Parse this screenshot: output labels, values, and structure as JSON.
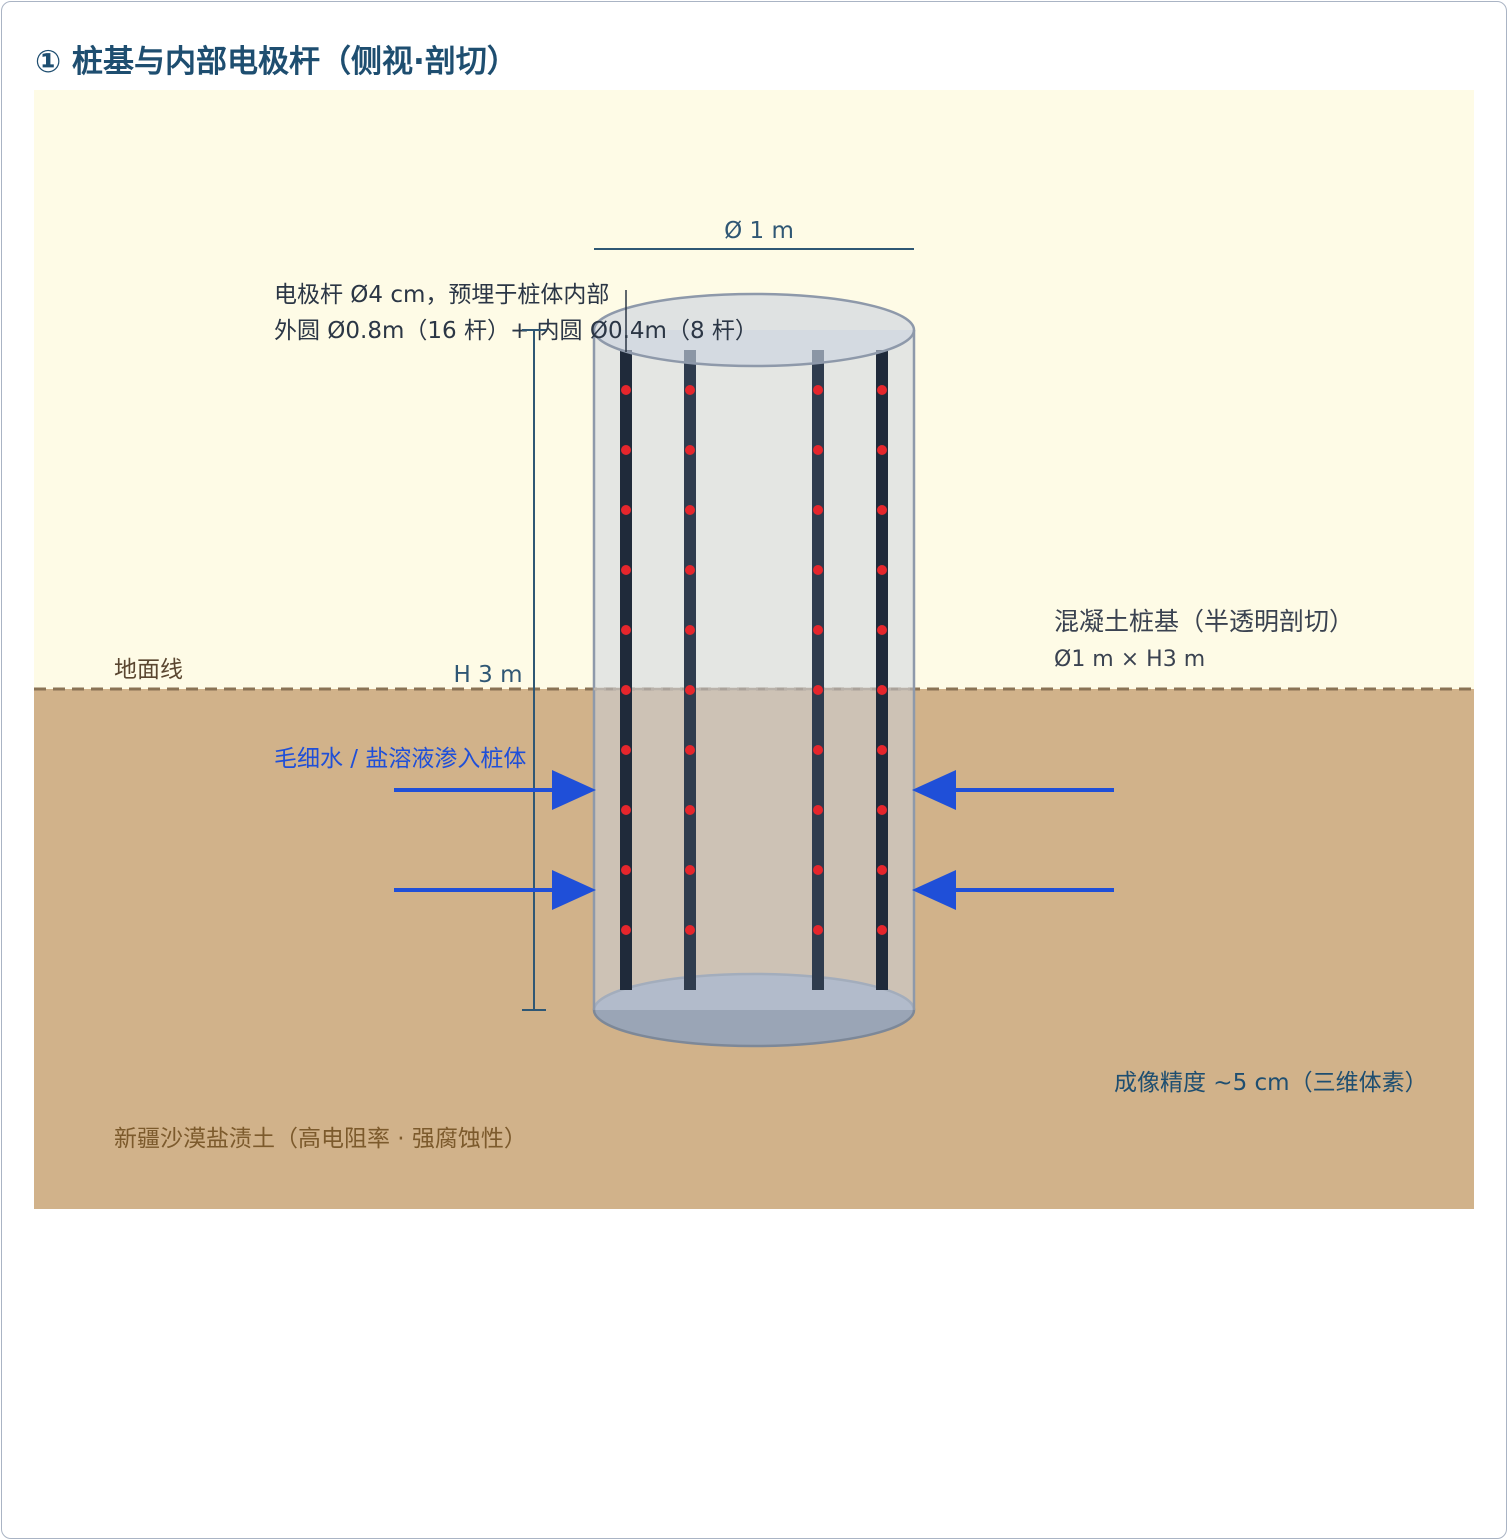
{
  "panel": {
    "title": "① 桩基与内部电极杆（侧视·剖切）"
  },
  "labels": {
    "diameter": "Ø 1 m",
    "electrode_line1": "电极杆 Ø4 cm，预埋于桩体内部",
    "electrode_line2": "外圆 Ø0.8m（16 杆）+ 内圆 Ø0.4m（8 杆）",
    "ground_line": "地面线",
    "height": "H 3 m",
    "pile_line1": "混凝土桩基（半透明剖切）",
    "pile_line2": "Ø1 m × H3 m",
    "capillary": "毛细水 / 盐溶液渗入桩体",
    "resolution": "成像精度 ~5 cm（三维体素）",
    "soil": "新疆沙漠盐渍土（高电阻率 · 强腐蚀性）"
  },
  "colors": {
    "sky": "#fefbe6",
    "soil": "#d1b28a",
    "ground_dash": "#8a7355",
    "pile_fill": "#c9d2e0",
    "pile_stroke": "#8e99aa",
    "rod": "#2f3c4e",
    "electrode_dot": "#e5262c",
    "arrow": "#1f4fd8",
    "dimension": "#2f5774",
    "title": "#1e4e70",
    "soil_text": "#7c5a2c"
  },
  "icons": {
    "inflow_arrow": "arrow-right-icon",
    "outflow_arrow": "arrow-left-icon"
  }
}
